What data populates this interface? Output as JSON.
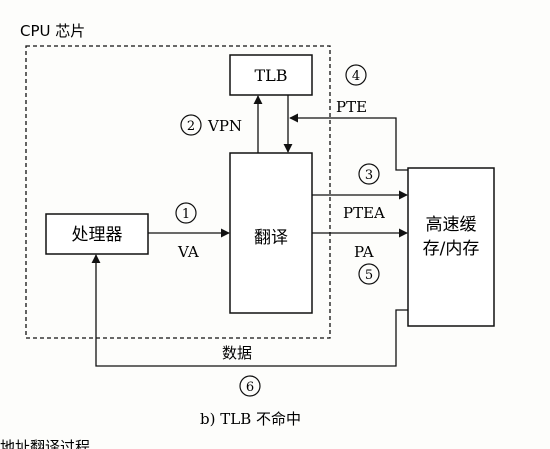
{
  "diagram": {
    "chip_label": "CPU 芯片",
    "tlb_label": "TLB",
    "processor_label": "处理器",
    "translate_label": "翻译",
    "cache_label_line1": "高速缓",
    "cache_label_line2": "存/内存",
    "step1": "1",
    "step2": "2",
    "step3": "3",
    "step4": "4",
    "step5": "5",
    "step6": "6",
    "vpn_label": "VPN",
    "pte_label": "PTE",
    "ptea_label": "PTEA",
    "pa_label": "PA",
    "va_label": "VA",
    "data_label": "数据",
    "caption": "b) TLB 不命中",
    "bottom_cut_text": "地址翻译过程"
  }
}
